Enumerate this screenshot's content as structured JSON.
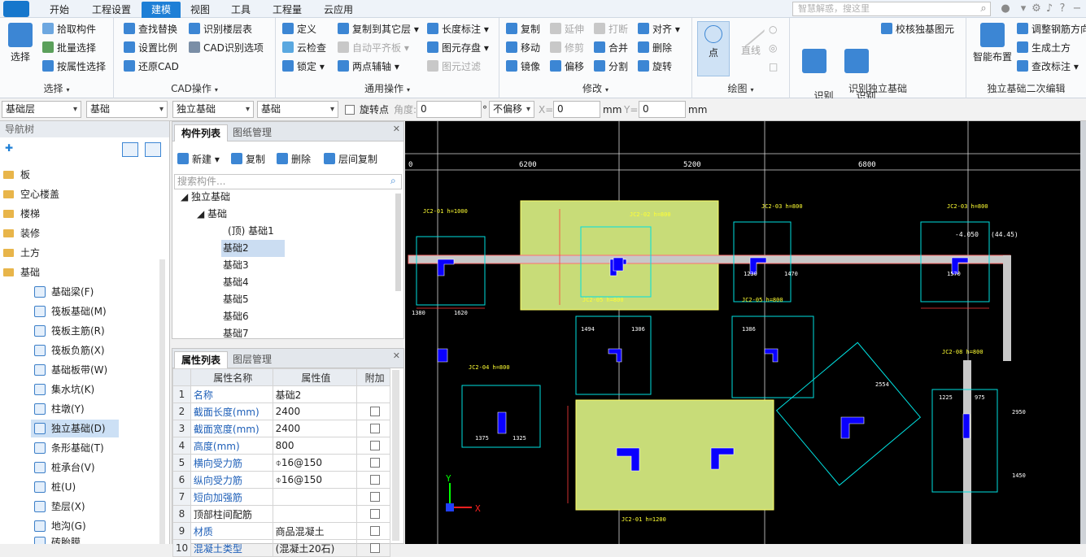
{
  "menu": {
    "tabs": [
      "开始",
      "工程设置",
      "建模",
      "视图",
      "工具",
      "工程量",
      "云应用"
    ],
    "active": "建模",
    "search_placeholder": "智慧解惑，搜这里"
  },
  "ribbon": {
    "select": {
      "label": "选择",
      "group": "选择",
      "items": [
        "拾取构件",
        "批量选择",
        "按属性选择"
      ]
    },
    "cad": {
      "group": "CAD操作",
      "items": [
        "查找替换",
        "识别楼层表",
        "设置比例",
        "CAD识别选项",
        "还原CAD"
      ]
    },
    "general": {
      "group": "通用操作",
      "items": [
        "定义",
        "复制到其它层",
        "长度标注",
        "云检查",
        "自动平齐板",
        "图元存盘",
        "锁定",
        "两点辅轴",
        "图元过滤"
      ]
    },
    "modify": {
      "group": "修改",
      "items": [
        "复制",
        "延伸",
        "打断",
        "对齐",
        "移动",
        "修剪",
        "合并",
        "删除",
        "镜像",
        "偏移",
        "分割",
        "旋转"
      ]
    },
    "draw": {
      "group": "绘图",
      "point": "点",
      "line": "直线"
    },
    "recog": {
      "group": "识别独立基础",
      "items": [
        "识别\n独基表",
        "识别\n独立基础",
        "校核独基图元"
      ]
    },
    "secondary": {
      "group": "独立基础二次编辑",
      "items": [
        "智能布置",
        "调整钢筋方向",
        "生成土方",
        "查改标注"
      ]
    }
  },
  "propbar": {
    "layer": "基础层",
    "category": "基础",
    "type": "独立基础",
    "name": "基础",
    "rotate_label": "旋转点",
    "angle_label": "角度:",
    "angle": "0",
    "degree": "°",
    "offset": "不偏移",
    "x_label": "X=",
    "x": "0",
    "y_label": "Y=",
    "y": "0",
    "unit": "mm"
  },
  "nav": {
    "title": "导航树",
    "folders": [
      "板",
      "空心楼盖",
      "楼梯",
      "装修",
      "土方",
      "基础"
    ],
    "children": [
      "基础梁(F)",
      "筏板基础(M)",
      "筏板主筋(R)",
      "筏板负筋(X)",
      "基础板带(W)",
      "集水坑(K)",
      "柱墩(Y)",
      "独立基础(D)",
      "条形基础(T)",
      "桩承台(V)",
      "桩(U)",
      "垫层(X)",
      "地沟(G)",
      "砖胎膜"
    ],
    "selected": "独立基础(D)"
  },
  "component_list": {
    "tabs": [
      "构件列表",
      "图纸管理"
    ],
    "toolbar": [
      "新建",
      "复制",
      "删除",
      "层间复制"
    ],
    "search_placeholder": "搜索构件...",
    "root": "独立基础",
    "group": "基础",
    "items": [
      "(顶) 基础1",
      "基础2",
      "基础3",
      "基础4",
      "基础5",
      "基础6",
      "基础7"
    ],
    "selected": "基础2"
  },
  "properties": {
    "tabs": [
      "属性列表",
      "图层管理"
    ],
    "headers": [
      "属性名称",
      "属性值",
      "附加"
    ],
    "rows": [
      {
        "n": "1",
        "name": "名称",
        "value": "基础2",
        "blue": true,
        "chk": false
      },
      {
        "n": "2",
        "name": "截面长度(mm)",
        "value": "2400",
        "blue": true,
        "chk": true
      },
      {
        "n": "3",
        "name": "截面宽度(mm)",
        "value": "2400",
        "blue": true,
        "chk": true
      },
      {
        "n": "4",
        "name": "高度(mm)",
        "value": "800",
        "blue": true,
        "chk": true
      },
      {
        "n": "5",
        "name": "横向受力筋",
        "value": "⌽16@150",
        "blue": true,
        "chk": true
      },
      {
        "n": "6",
        "name": "纵向受力筋",
        "value": "⌽16@150",
        "blue": true,
        "chk": true
      },
      {
        "n": "7",
        "name": "短向加强筋",
        "value": "",
        "blue": true,
        "chk": true
      },
      {
        "n": "8",
        "name": "顶部柱间配筋",
        "value": "",
        "blue": false,
        "chk": true
      },
      {
        "n": "9",
        "name": "材质",
        "value": "商品混凝土",
        "blue": true,
        "chk": true
      },
      {
        "n": "10",
        "name": "混凝土类型",
        "value": "(混凝土20石)",
        "blue": true,
        "chk": true
      }
    ]
  },
  "cad": {
    "dims": [
      "6200",
      "5200",
      "6800"
    ],
    "labels": [
      "JC2-01 h=1000",
      "JC2-02 h=800",
      "JC2-03 h=800",
      "JC2-04 h=800",
      "JC2-05 h=800",
      "JC2-08 h=800",
      "JC2-01 h=1200",
      "-4.050",
      "(44.45)"
    ],
    "numbers": [
      "1380",
      "1620",
      "1494",
      "1306",
      "1230",
      "1470",
      "1570",
      "1386",
      "1375",
      "1325",
      "1225",
      "975",
      "2554",
      "2950",
      "1450"
    ]
  },
  "colors": {
    "accent": "#1e7fd6",
    "cad_bg": "#000000",
    "pad": "#c8dc78",
    "col": "#0a00ff",
    "axis": "#ff4a4a",
    "dim": "#00ffff"
  }
}
